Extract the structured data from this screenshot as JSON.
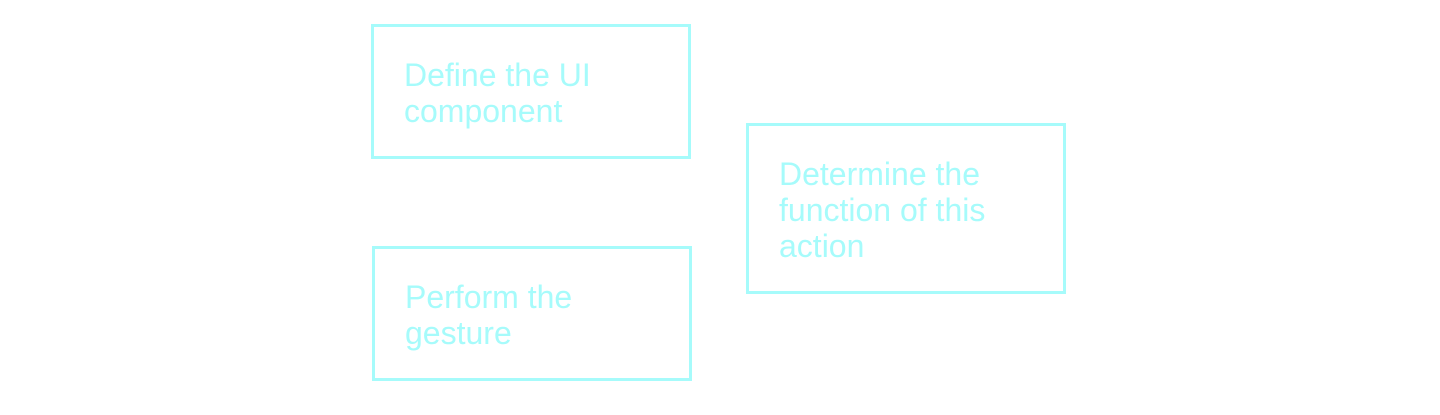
{
  "colors": {
    "accent": "#a6fbfb",
    "background": "#ffffff"
  },
  "diagram": {
    "steps": [
      {
        "label": "Define the UI component"
      },
      {
        "label": "Perform the gesture"
      },
      {
        "label": "Determine the function of this action"
      }
    ]
  }
}
